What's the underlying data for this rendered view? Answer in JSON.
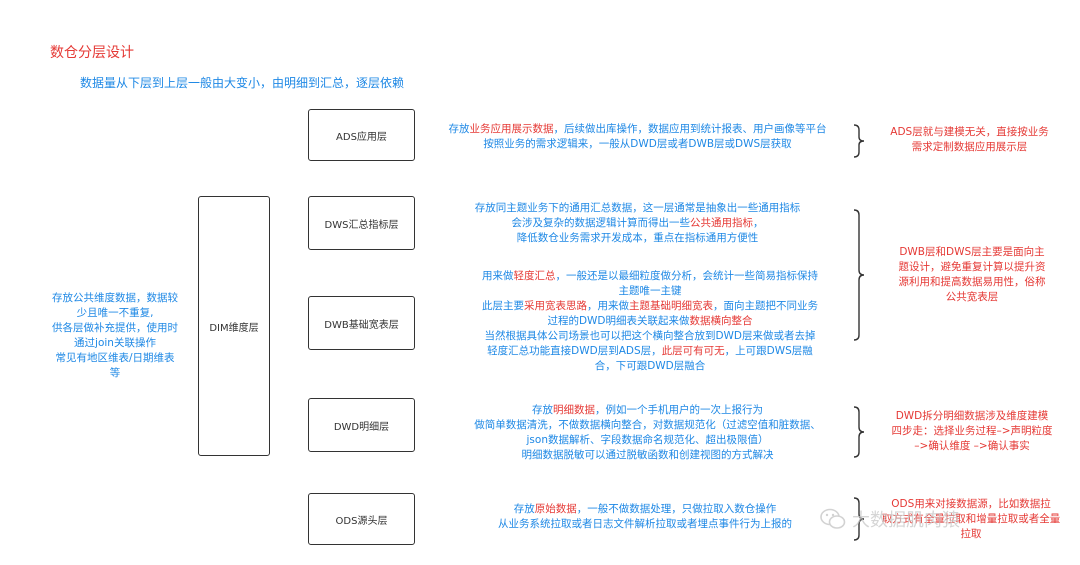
{
  "title": "数仓分层设计",
  "subtitle": "数据量从下层到上层一般由大变小，由明细到汇总，逐层依赖",
  "dim": {
    "label": "DIM维度层",
    "desc": [
      "存放公共维度数据，数据较",
      "少且唯一不重复,",
      "供各层做补充提供，使用时",
      "通过join关联操作",
      "常见有地区维表/日期维表",
      "等"
    ]
  },
  "layers": {
    "ads": {
      "label": "ADS应用层",
      "d1a": "存放",
      "d1b": "业务应用展示数据",
      "d1c": "，后续做出库操作，数据应用到统计报表、用户画像等平台",
      "d2": "按照业务的需求逻辑来，一般从DWD层或者DWB层或DWS层获取"
    },
    "dws": {
      "label": "DWS汇总指标层",
      "d1": "存放同主题业务下的通用汇总数据，这一层通常是抽象出一些通用指标",
      "d2a": "会涉及复杂的数据逻辑计算而得出一些",
      "d2b": "公共通用指标",
      "d2c": "，",
      "d3": "降低数仓业务需求开发成本，重点在指标通用方便性"
    },
    "dwb": {
      "label": "DWB基础宽表层",
      "d1a": "用来做",
      "d1b": "轻度汇总",
      "d1c": "，一般还是以最细粒度做分析，会统计一些简易指标保持",
      "d2": "主题唯一主键",
      "d3a": "此层主要",
      "d3b": "采用宽表思路",
      "d3c": "，用来做",
      "d3d": "主题基础明细宽表",
      "d3e": "，面向主题把不同业务",
      "d4a": "过程的DWD明细表关联起来做",
      "d4b": "数据横向整合",
      "d5": "当然根据具体公司场景也可以把这个横向整合放到DWD层来做或者去掉",
      "d6a": "轻度汇总功能直接DWD层到ADS层，",
      "d6b": "此层可有可无",
      "d6c": "，上可跟DWS层融",
      "d7": "合，下可跟DWD层融合"
    },
    "dwd": {
      "label": "DWD明细层",
      "d1a": "存放",
      "d1b": "明细数据",
      "d1c": "，例如一个手机用户的一次上报行为",
      "d2": "做简单数据清洗，不做数据横向整合，对数据规范化（过滤空值和脏数据、",
      "d3": "json数据解析、字段数据命名规范化、超出极限值）",
      "d4": "明细数据脱敏可以通过脱敏函数和创建视图的方式解决"
    },
    "ods": {
      "label": "ODS源头层",
      "d1a": "存放",
      "d1b": "原始数据",
      "d1c": "，一般不做数据处理，只做拉取入数仓操作",
      "d2": "从业务系统拉取或者日志文件解析拉取或者埋点事件行为上报的"
    }
  },
  "notes": {
    "ads": [
      "ADS层就与建模无关，直接按业务",
      "需求定制数据应用展示层"
    ],
    "dwb_dws": [
      "DWB层和DWS层主要是面向主",
      "题设计，避免重复计算以提升资",
      "源利用和提高数据易用性，俗称",
      "公共宽表层"
    ],
    "dwd": [
      "DWD拆分明细数据涉及维度建模",
      "四步走：选择业务过程–>声明粒度",
      "–>确认维度 –>确认事实"
    ],
    "ods": [
      "ODS用来对接数据源，比如数据拉",
      "取方式有全量拉取和增量拉取或者全量",
      "拉取"
    ]
  },
  "watermark": "大数据肌肉猿"
}
